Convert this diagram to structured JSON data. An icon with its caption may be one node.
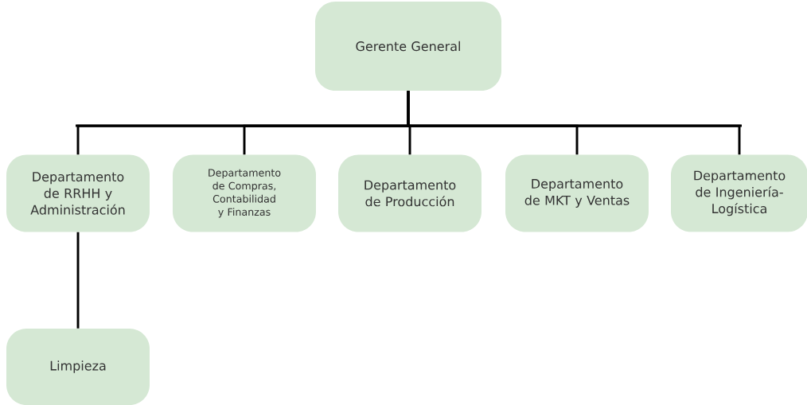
{
  "diagram": {
    "nodes": [
      {
        "text": [
          "Gerente General"
        ]
      },
      {
        "text": [
          "Departamento de RRHH y Administración"
        ]
      },
      {
        "text": [
          "Departamento de Compras, Contabilidad y Finanzas"
        ]
      },
      {
        "text": [
          "Departamento de Producción"
        ]
      },
      {
        "text": [
          "Departamento de MKT y Ventas"
        ]
      },
      {
        "text": [
          "Departamento de Ingeniería-Logística"
        ]
      },
      {
        "text": [
          "Limpieza"
        ]
      }
    ],
    "edges": [
      {
        "from": 0,
        "to": 1,
        "arrow": "none"
      },
      {
        "from": 0,
        "to": 2,
        "arrow": "none"
      },
      {
        "from": 0,
        "to": 3,
        "arrow": "none"
      },
      {
        "from": 0,
        "to": 4,
        "arrow": "none"
      },
      {
        "from": 0,
        "to": 5,
        "arrow": "none"
      },
      {
        "from": 1,
        "to": 6,
        "arrow": "none"
      }
    ]
  }
}
